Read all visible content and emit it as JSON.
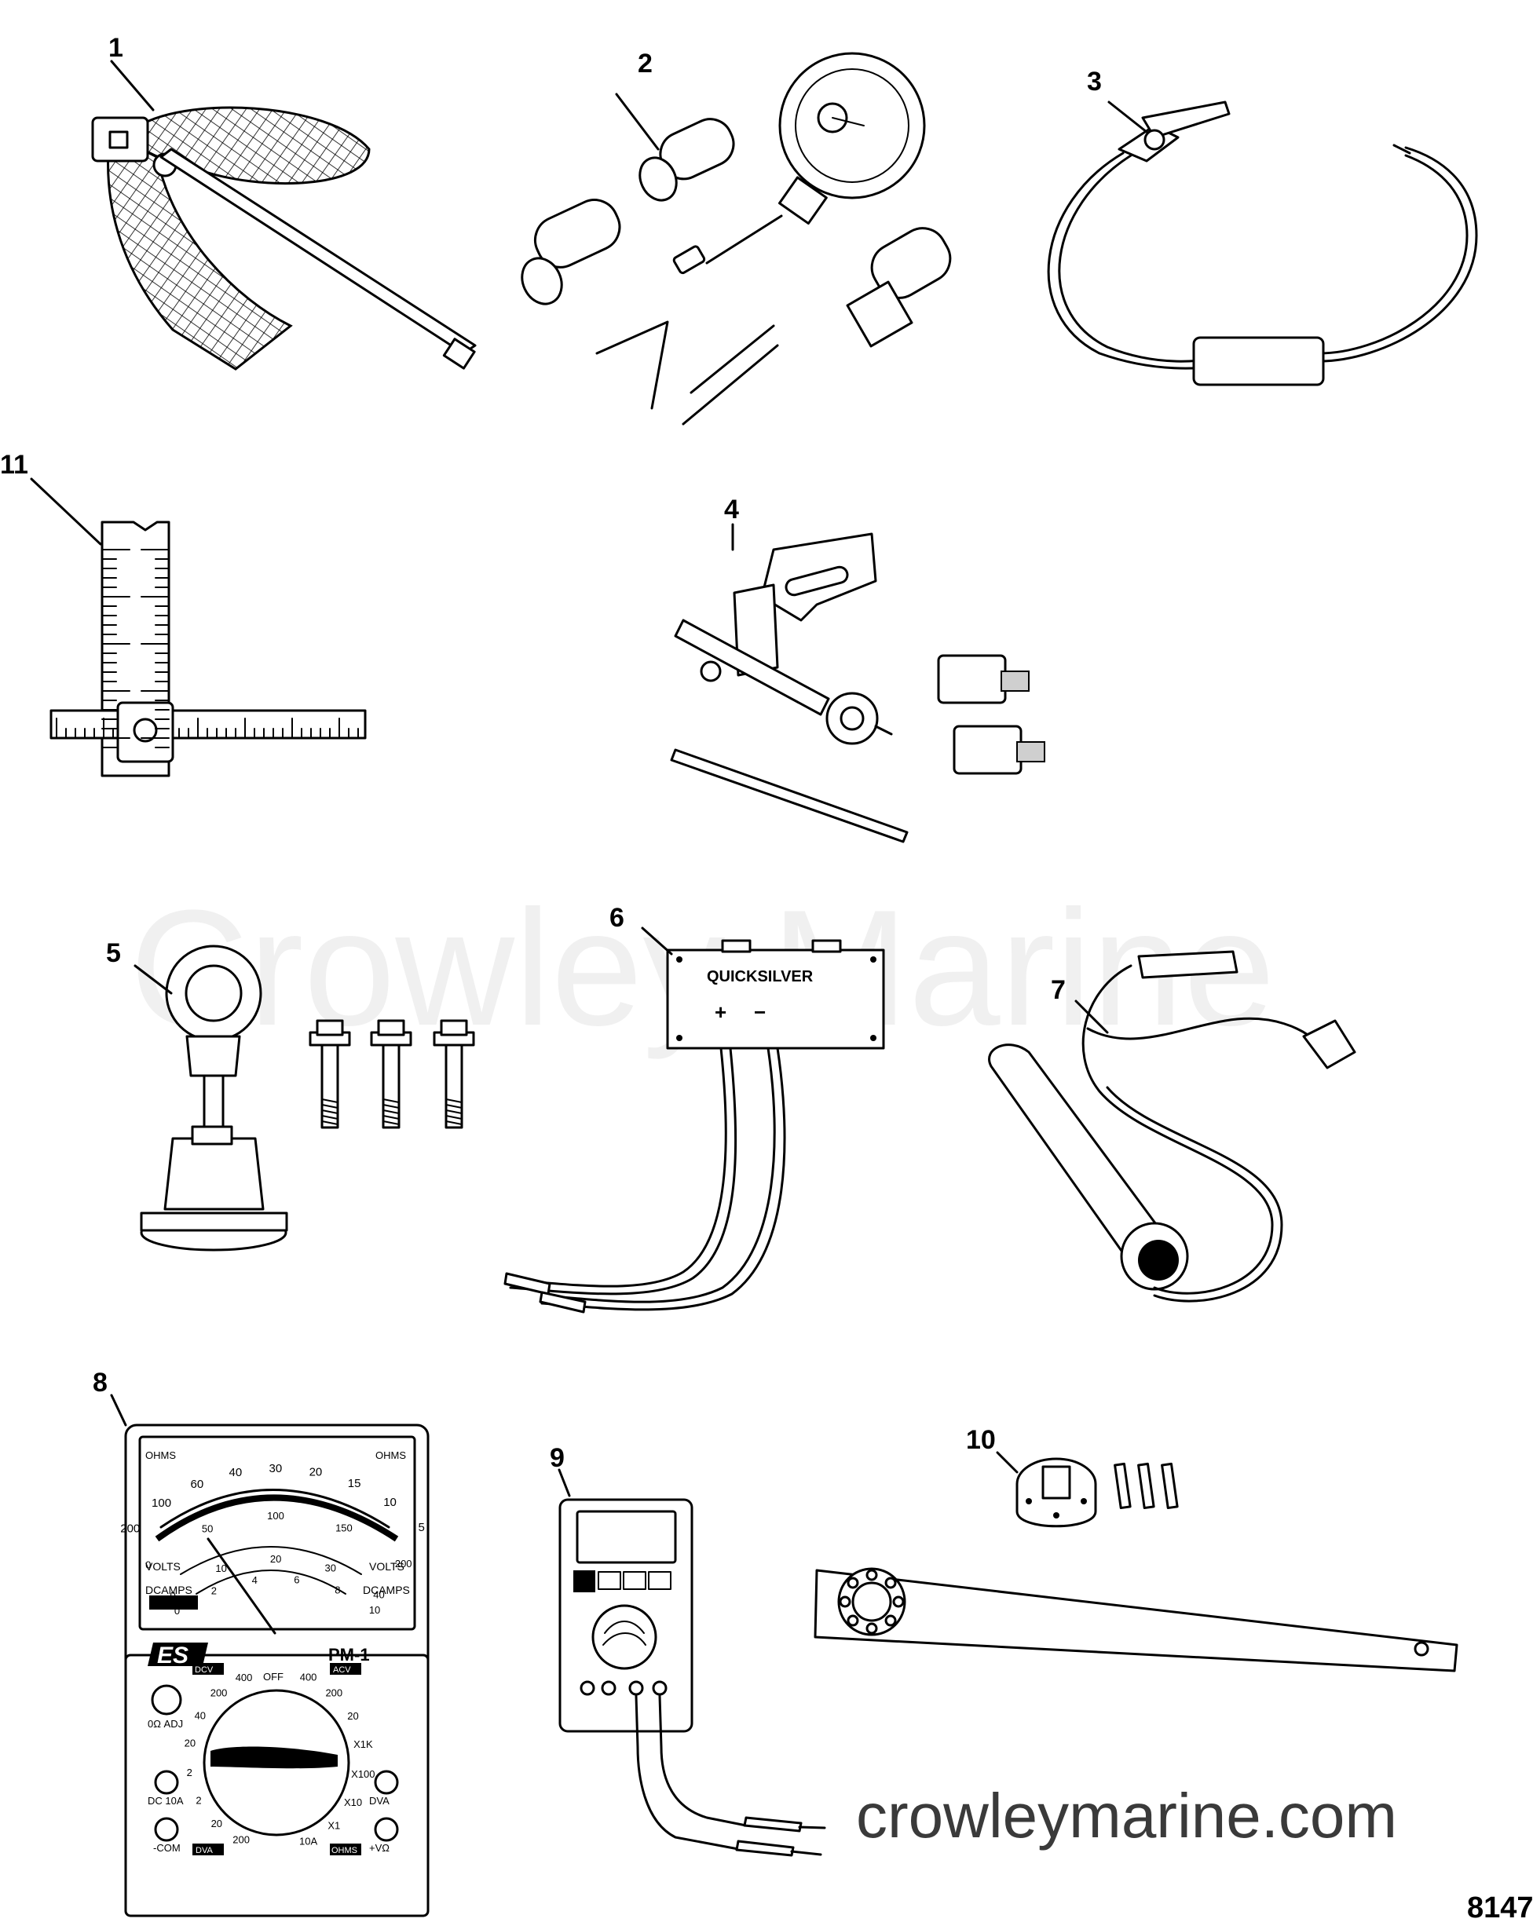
{
  "watermark": "Crowley Marine",
  "website": "crowleymarine.com",
  "figure_number": "8147",
  "callouts": [
    "1",
    "2",
    "3",
    "4",
    "5",
    "6",
    "7",
    "8",
    "9",
    "10",
    "11"
  ],
  "tool6": {
    "brand": "QUICKSILVER",
    "plus": "+",
    "minus": "−"
  },
  "meter8": {
    "scale_ohms_left": "OHMS",
    "scale_ohms_right": "OHMS",
    "volts_label": "VOLTS",
    "volts_label_right": "VOLTS",
    "dcamps_label": "DCAMPS",
    "dcamps_label_right": "DCAMPS",
    "ohms_ticks": [
      "200",
      "100",
      "60",
      "40",
      "30",
      "20",
      "15",
      "10",
      "5"
    ],
    "volts_ticks": [
      "0",
      "10",
      "20",
      "30",
      "40"
    ],
    "volts_ticks_upper": [
      "0",
      "50",
      "100",
      "150",
      "200"
    ],
    "amps_ticks": [
      "0",
      "2",
      "4",
      "6",
      "8",
      "10"
    ],
    "brand": "ES",
    "model": "PM-1",
    "dial_dcv": "DCV",
    "dial_acv": "ACV",
    "dial_off": "OFF",
    "dial_dva": "DVA",
    "dial_ohms": "OHMS",
    "dial_numbers_left": [
      "400",
      "200",
      "40",
      "20",
      "2",
      "2",
      "20",
      "200"
    ],
    "dial_numbers_right": [
      "400",
      "200",
      "20",
      "X1K",
      "X100",
      "X10",
      "X1",
      "10A"
    ],
    "adj_label": "0Ω ADJ",
    "dc10a_label": "DC 10A",
    "com_label": "-COM",
    "dva_label": "DVA",
    "vohm_label": "+VΩ"
  }
}
